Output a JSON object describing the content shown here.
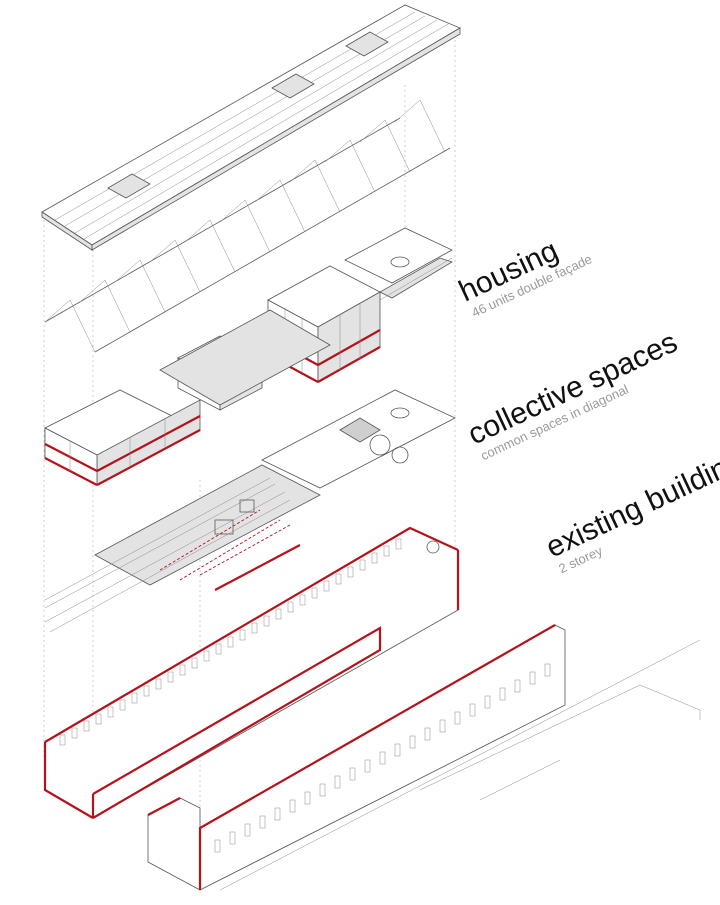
{
  "colors": {
    "accent": "#b5121b",
    "line": "#555555",
    "fill_light": "#e3e3e3",
    "fill_mid": "#cfcfcf"
  },
  "layers": [
    {
      "key": "housing",
      "title": "housing",
      "subtitle": "46 units double façade"
    },
    {
      "key": "collective",
      "title": "collective spaces",
      "subtitle": "common spaces in diagonal"
    },
    {
      "key": "existing",
      "title": "existing building",
      "subtitle": "2 storey"
    }
  ]
}
